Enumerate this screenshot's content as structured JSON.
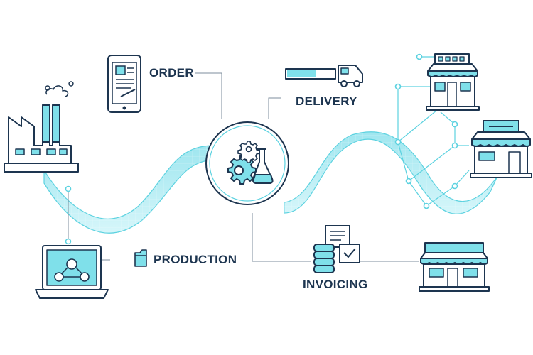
{
  "labels": {
    "order": "ORDER",
    "delivery": "DELIVERY",
    "production": "PRODUCTION",
    "invoicing": "INVOICING"
  },
  "colors": {
    "ink": "#1d3550",
    "accent": "#5cd2e0",
    "accent_light": "#bff0f6",
    "accent_fill": "#7fe0ea",
    "line": "#7d8e9c",
    "background": "#ffffff"
  },
  "icons": [
    "factory-icon",
    "tablet-order-icon",
    "truck-icon",
    "gears-flask-icon",
    "store-icon",
    "laptop-network-icon",
    "folder-icon",
    "invoice-icon"
  ]
}
